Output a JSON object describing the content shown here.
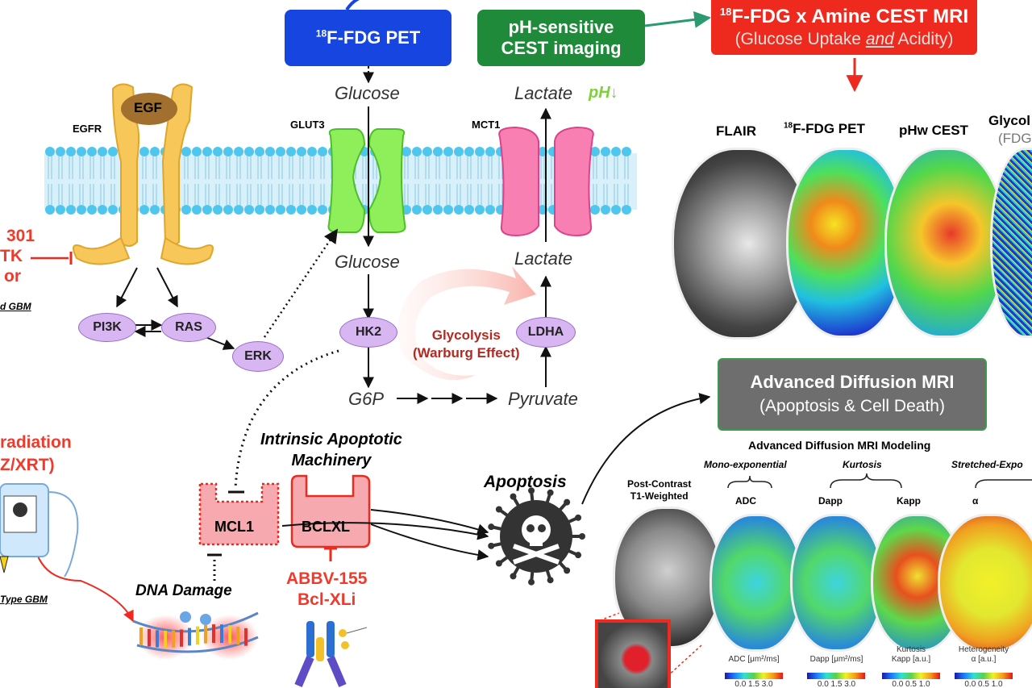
{
  "top_boxes": {
    "fdg_pet": {
      "label": "F-FDG PET",
      "sup": "18",
      "color": "#1745e0"
    },
    "cest": {
      "line1": "pH-sensitive",
      "line2": "CEST imaging",
      "color": "#1e8a3a"
    },
    "fdg_cest_mri": {
      "title_sup": "18",
      "title": "F-FDG x Amine CEST MRI",
      "sub_a": "(Glucose Uptake ",
      "sub_and": "and",
      "sub_b": " Acidity)",
      "color": "#ee2a1e"
    }
  },
  "membrane": {
    "egfr": "EGFR",
    "egf": "EGF",
    "glut3": "GLUT3",
    "mct1": "MCT1"
  },
  "metabolites": {
    "glucose_out": "Glucose",
    "lactate_out": "Lactate",
    "ph_down": "pH↓",
    "glucose_in": "Glucose",
    "lactate_in": "Lactate",
    "g6p": "G6P",
    "pyruvate": "Pyruvate"
  },
  "enzymes": {
    "hk2": "HK2",
    "ldha": "LDHA",
    "pi3k": "PI3K",
    "ras": "RAS",
    "erk": "ERK"
  },
  "glycolysis": {
    "line1": "Glycolysis",
    "line2": "(Warburg Effect)"
  },
  "left_labels": {
    "tki_line1": "301",
    "tki_line2": "TK",
    "tki_line3": "or",
    "gbm_label": "d GBM",
    "rad_line1": "radiation",
    "rad_line2": "Z/XRT)",
    "wt_gbm": "Type GBM"
  },
  "apoptosis": {
    "machinery_line1": "Intrinsic Apoptotic",
    "machinery_line2": "Machinery",
    "mcl1": "MCL1",
    "bclxl": "BCLXL",
    "abbv_line1": "ABBV-155",
    "abbv_line2": "Bcl-XLi",
    "dna_damage": "DNA Damage",
    "apoptosis": "Apoptosis"
  },
  "mri_panels": {
    "flair": "FLAIR",
    "fdg_pet_sup": "18",
    "fdg_pet": "F-FDG PET",
    "phw_cest": "pHw CEST",
    "glyco_line1": "Glycol",
    "glyco_line2": "(FDG"
  },
  "diffusion": {
    "box_line1": "Advanced Diffusion MRI",
    "box_line2": "(Apoptosis & Cell Death)",
    "box_color": "#6e6e6e",
    "modeling_title": "Advanced Diffusion MRI Modeling",
    "mono": "Mono-exponential",
    "kurtosis": "Kurtosis",
    "stretched": "Stretched-Expo",
    "adc": "ADC",
    "dapp": "Dapp",
    "kapp": "Kapp",
    "alpha": "α",
    "post_contrast_line1": "Post-Contrast",
    "post_contrast_line2": "T1-Weighted"
  },
  "scales": [
    {
      "line1": "ADC [μm²/ms]",
      "line2": "",
      "ticks": "0.0   1.5   3.0"
    },
    {
      "line1": "Dapp [μm²/ms]",
      "line2": "",
      "ticks": "0.0   1.5   3.0"
    },
    {
      "line1": "Kurtosis",
      "line2": "Kapp [a.u.]",
      "ticks": "0.0   0.5   1.0"
    },
    {
      "line1": "Heterogeneity",
      "line2": "α [a.u.]",
      "ticks": "0.0   0.5   1.0"
    }
  ]
}
